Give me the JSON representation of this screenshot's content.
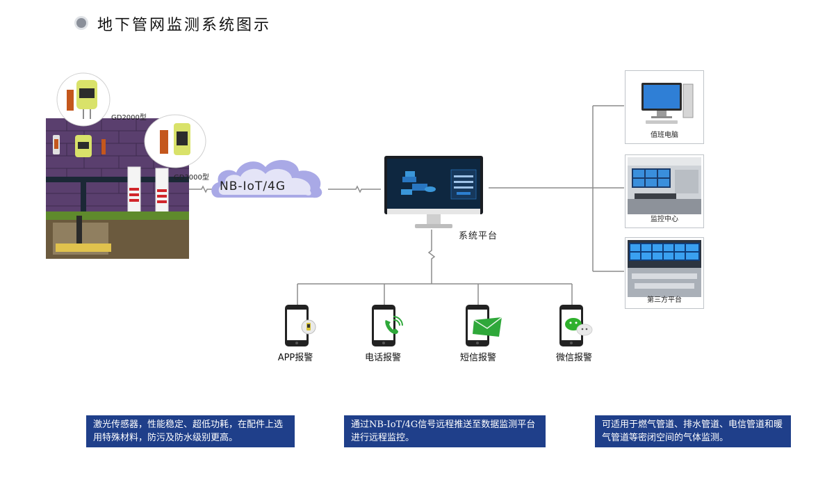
{
  "title": "地下管网监测系统图示",
  "devices": {
    "gd2000": "GD2000型",
    "gd3000": "GD3000型"
  },
  "network": {
    "label": "NB-IoT/4G"
  },
  "platform": {
    "label": "系统平台"
  },
  "endpoints": [
    {
      "label": "值班电脑"
    },
    {
      "label": "监控中心"
    },
    {
      "label": "第三方平台"
    }
  ],
  "alarms": [
    {
      "label": "APP报警",
      "icon": "app-icon"
    },
    {
      "label": "电话报警",
      "icon": "phone-call-icon"
    },
    {
      "label": "短信报警",
      "icon": "sms-envelope-icon"
    },
    {
      "label": "微信报警",
      "icon": "wechat-icon"
    }
  ],
  "notes": [
    {
      "text": "激光传感器，性能稳定、超低功耗，在配件上选用特殊材料，防污及防水级别更高。"
    },
    {
      "text": "通过NB-IoT/4G信号远程推送至数据监测平台进行远程监控。"
    },
    {
      "text": "可适用于燃气管道、排水管道、电信管道和暖气管道等密闭空间的气体监测。"
    }
  ],
  "colors": {
    "note_bg": "#1f3f8a",
    "cloud": "#a9a9e6",
    "line": "#8c8c8c"
  }
}
